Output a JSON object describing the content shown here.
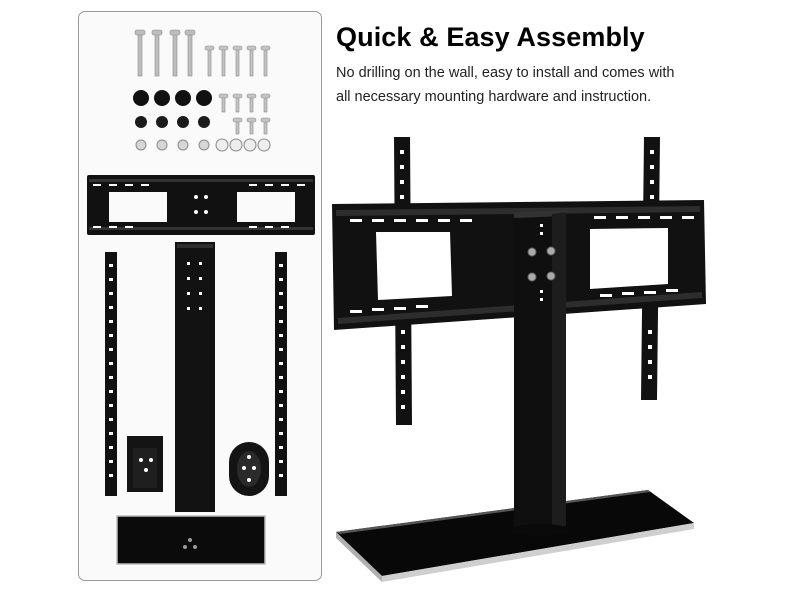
{
  "headline": "Quick & Easy Assembly",
  "description": {
    "line1": "No drilling on the wall, easy to install and comes with",
    "line2": "all necessary mounting hardware and instruction."
  },
  "colors": {
    "metal": "#111111",
    "glass": "#0c0c0c",
    "panel_border": "#9a9a9a",
    "hardware_silver": "#c9c9c9"
  }
}
